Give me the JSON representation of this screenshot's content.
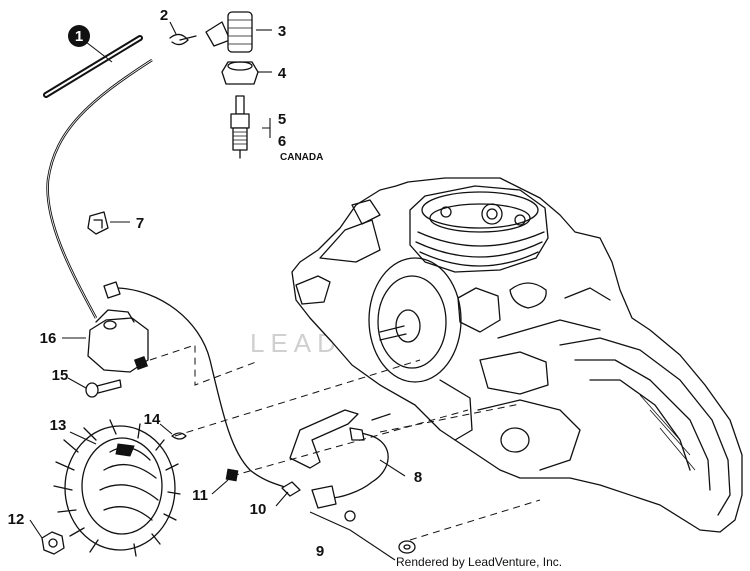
{
  "callouts": [
    {
      "id": "1",
      "text": "1"
    },
    {
      "id": "2",
      "text": "2"
    },
    {
      "id": "3",
      "text": "3"
    },
    {
      "id": "4",
      "text": "4"
    },
    {
      "id": "5",
      "text": "5"
    },
    {
      "id": "6",
      "text": "6"
    },
    {
      "id": "7",
      "text": "7"
    },
    {
      "id": "8",
      "text": "8"
    },
    {
      "id": "9",
      "text": "9"
    },
    {
      "id": "10",
      "text": "10"
    },
    {
      "id": "11",
      "text": "11"
    },
    {
      "id": "12",
      "text": "12"
    },
    {
      "id": "13",
      "text": "13"
    },
    {
      "id": "14",
      "text": "14"
    },
    {
      "id": "15",
      "text": "15"
    },
    {
      "id": "16",
      "text": "16"
    }
  ],
  "region_note": "CANADA",
  "watermark": "LEADVENTURE",
  "credit": "Rendered by LeadVenture, Inc.",
  "colors": {
    "ink": "#111111",
    "watermark": "#d0d0d0",
    "background": "#ffffff"
  }
}
